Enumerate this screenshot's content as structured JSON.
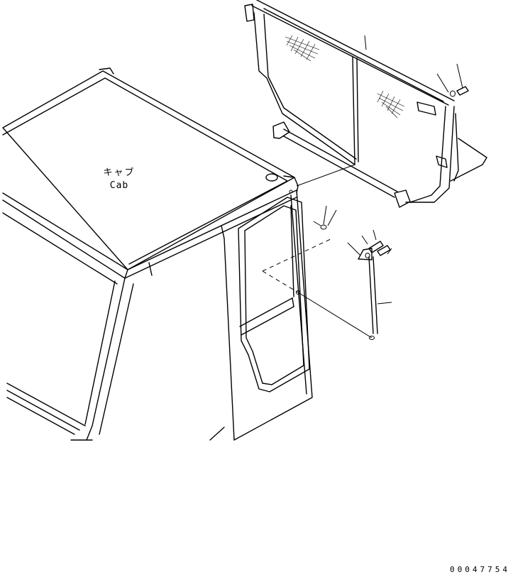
{
  "labels": {
    "cab_jp": "キャブ",
    "cab_en": "Cab"
  },
  "drawing_number": "00047754"
}
